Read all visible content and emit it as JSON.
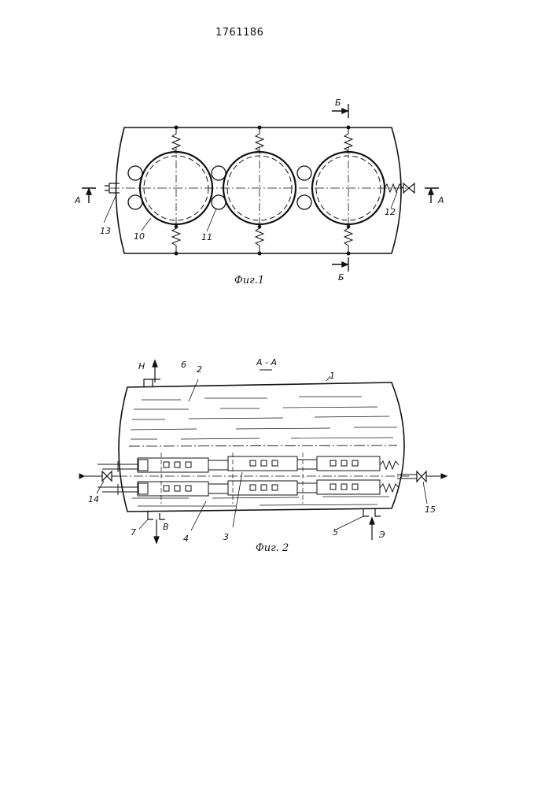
{
  "document": {
    "patent_number": "1761186"
  },
  "figure1": {
    "caption": "Фиг.1",
    "section_marks": {
      "a_left": "А",
      "a_right": "А",
      "b_top": "Б",
      "b_bottom": "Б"
    },
    "callouts": {
      "c13": "13",
      "c10": "10",
      "c11": "11",
      "c12": "12"
    }
  },
  "figure2": {
    "caption": "Фиг. 2",
    "section_title": "А - А",
    "callouts": {
      "c1": "1",
      "c2": "2",
      "c3": "3",
      "c4": "4",
      "c5": "5",
      "c6": "6",
      "c7": "7",
      "c14": "14",
      "c15": "15"
    },
    "flow_labels": {
      "n": "Н",
      "v": "В",
      "e": "Э"
    }
  }
}
